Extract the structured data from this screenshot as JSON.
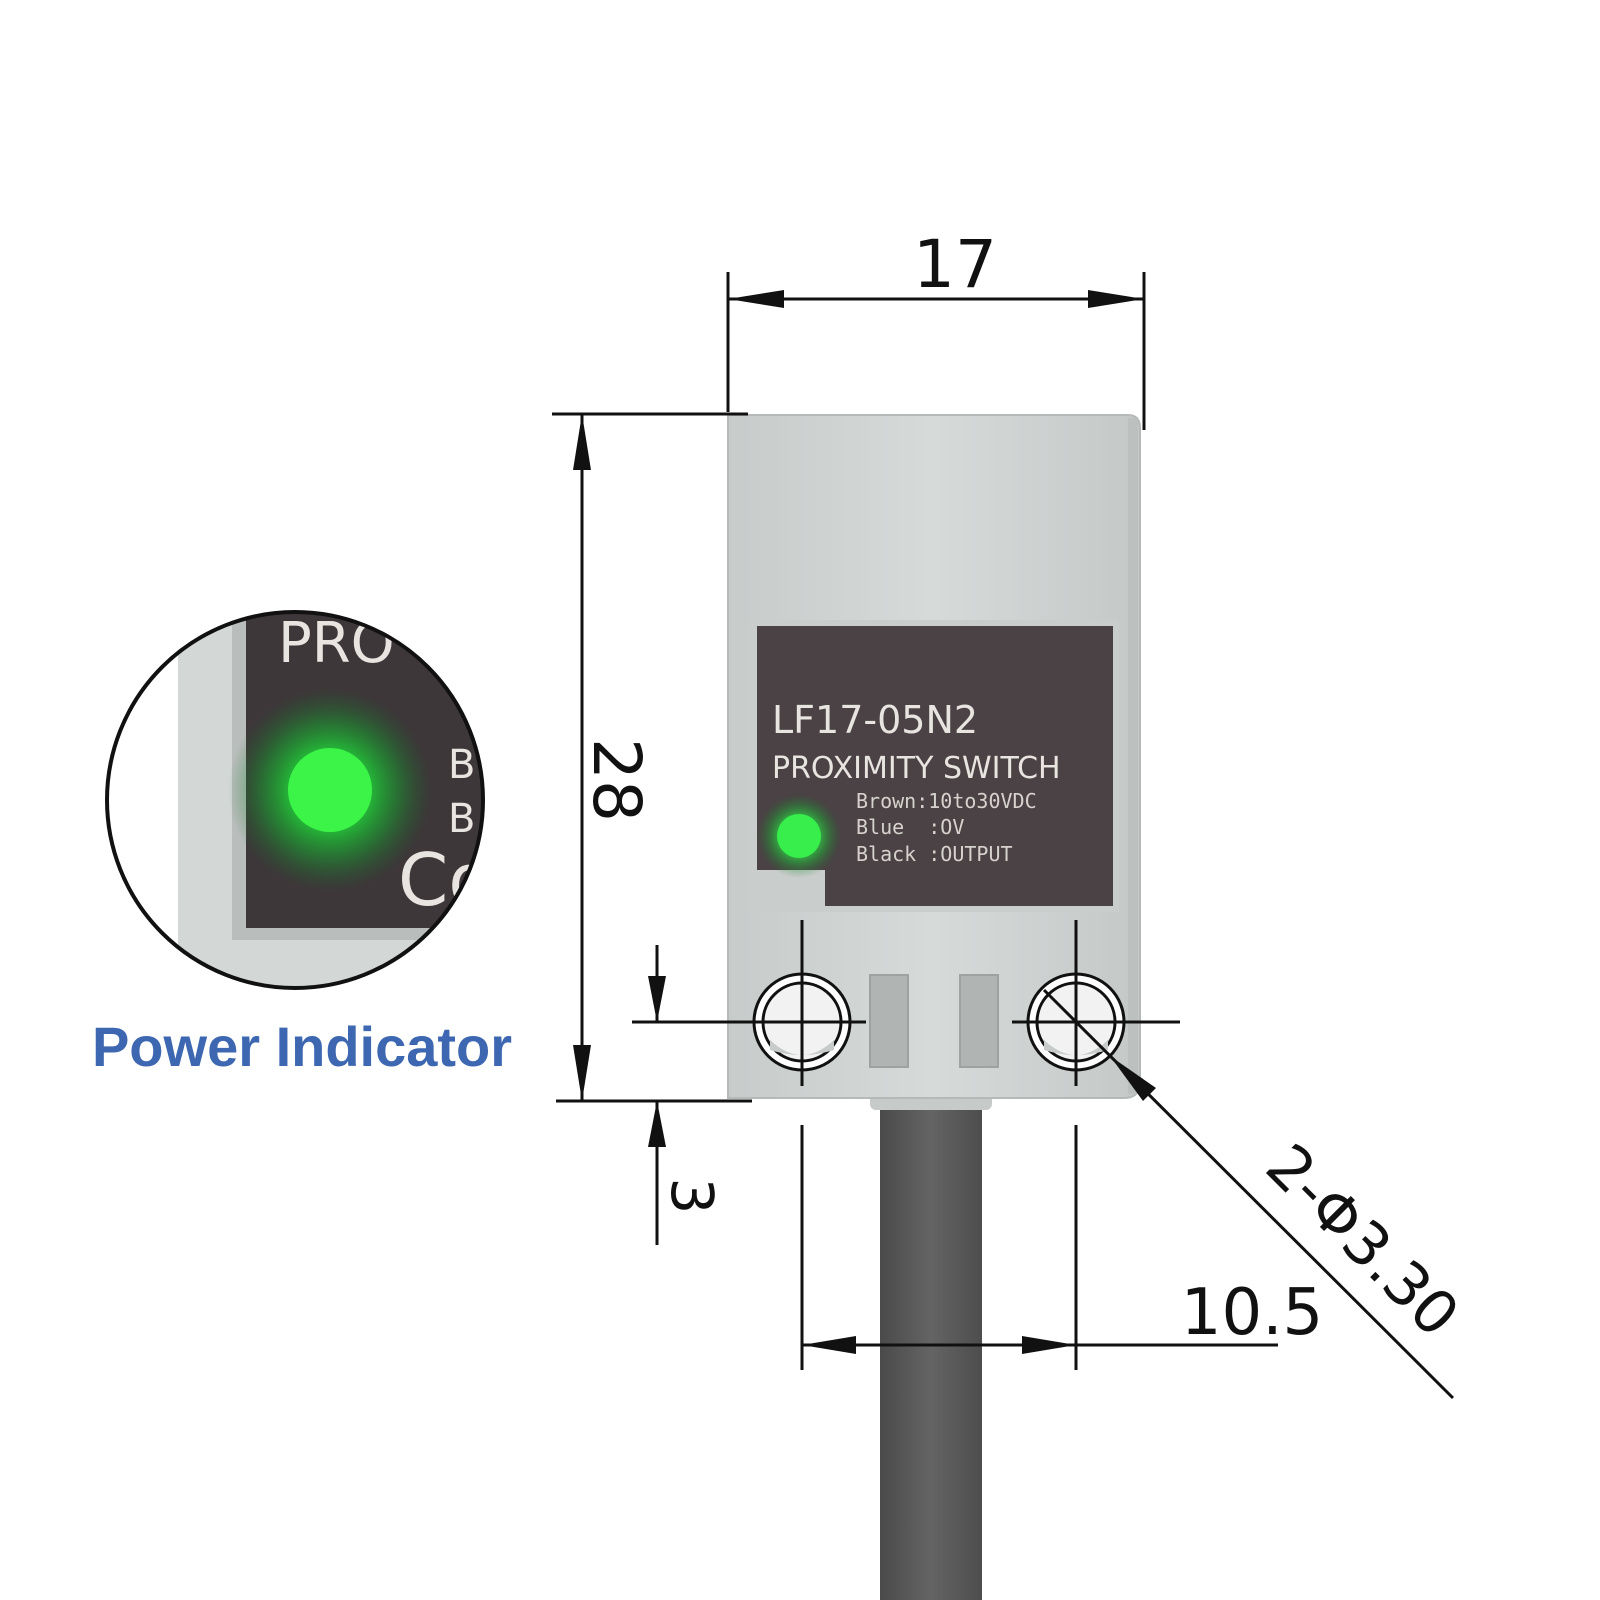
{
  "colors": {
    "housing": "#d0d4d3",
    "housing_edge": "#b9bebd",
    "label_panel": "#4a4244",
    "cable": "#5c5c5c",
    "led": "#2ee84a",
    "dim_line": "#111111",
    "power_label": "#3d67b1"
  },
  "sensor": {
    "model": "LF17-05N2",
    "type": "PROXIMITY SWITCH",
    "wiring": [
      {
        "text": "Brown:10to30VDC"
      },
      {
        "text": "Blue  :OV"
      },
      {
        "text": "Black :OUTPUT"
      }
    ]
  },
  "dimensions": {
    "width": "17",
    "height": "28",
    "hole_offset": "3",
    "hole_spacing": "10.5",
    "hole_diameter": "2-Φ3.30"
  },
  "inset": {
    "label": "Power Indicator",
    "text_prefix": "PRO",
    "wire_initials": [
      "B",
      "B"
    ],
    "fragment": "Co"
  },
  "icons": {
    "led": "led-indicator-icon",
    "mounting_hole": "mounting-hole-icon"
  }
}
